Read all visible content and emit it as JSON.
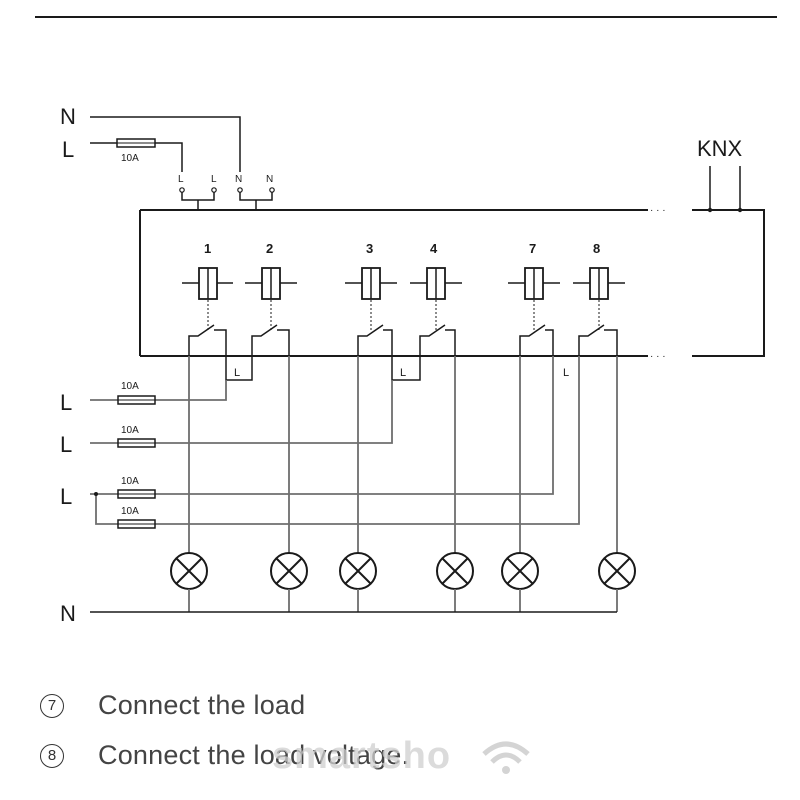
{
  "diagram": {
    "supply": {
      "n_label": "N",
      "l_label": "L",
      "fuse_label": "10A"
    },
    "terminals": [
      "L",
      "L",
      "N",
      "N"
    ],
    "bus_label": "KNX",
    "channels": [
      "1",
      "2",
      "3",
      "4",
      "7",
      "8"
    ],
    "bridge_label": "L",
    "load_feeds": [
      {
        "label": "L",
        "fuse": "10A"
      },
      {
        "label": "L",
        "fuse": "10A"
      },
      {
        "label": "L",
        "fuse": "10A"
      },
      {
        "label": "",
        "fuse": "10A"
      }
    ],
    "neutral_label": "N"
  },
  "steps": [
    {
      "number": "7",
      "text": "Connect the load"
    },
    {
      "number": "8",
      "text": "Connect the load voltage."
    }
  ],
  "watermark": {
    "text": "smartsho"
  }
}
